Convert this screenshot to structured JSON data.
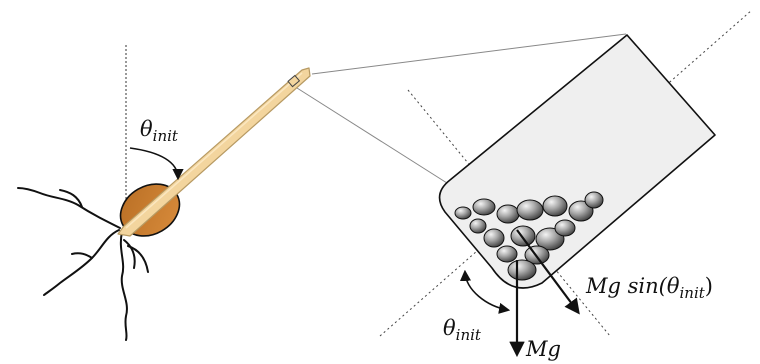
{
  "labels": {
    "theta_left": {
      "base": "θ",
      "sub": "init"
    },
    "theta_right": {
      "base": "θ",
      "sub": "init"
    },
    "force_parallel": {
      "pre": "Mg sin(",
      "theta": "θ",
      "sub": "init",
      "post": ")"
    },
    "force_gravity": {
      "text": "Mg"
    }
  },
  "colors": {
    "seed": "#cf8433",
    "stem": "#f3d59e",
    "statocyte_fill": "#efefef",
    "statolith": "#9a9a9a",
    "lines": "#111111"
  }
}
